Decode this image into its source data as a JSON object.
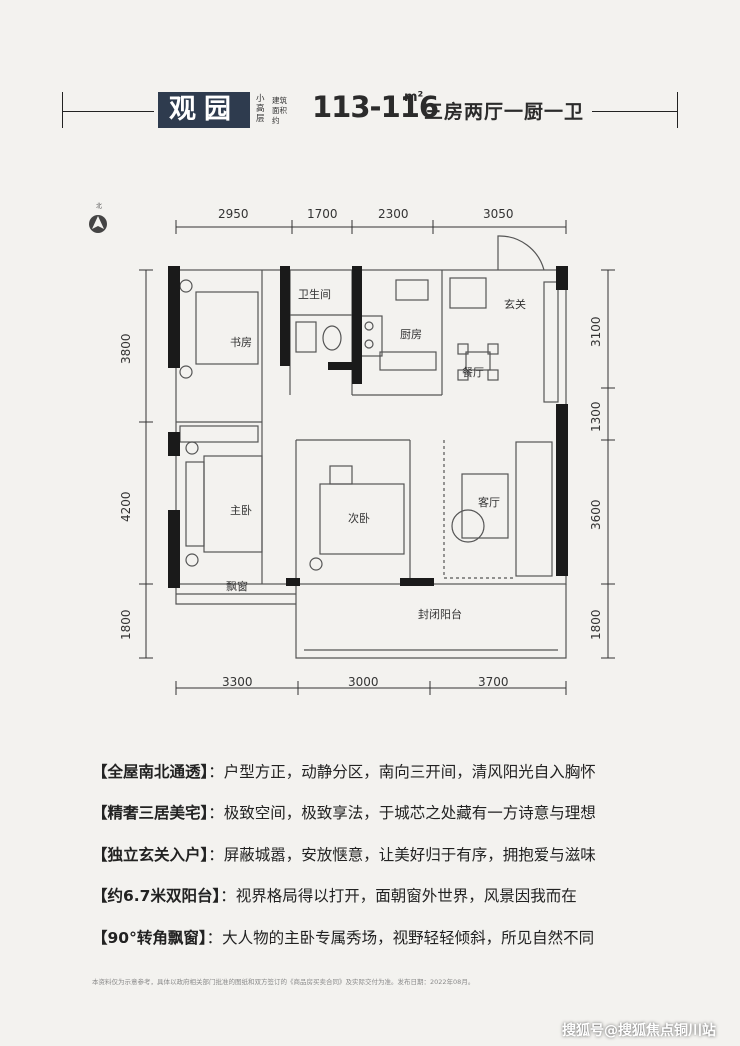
{
  "header": {
    "project": "观园",
    "floor_type": "小高层",
    "area_label": "建筑面积约",
    "area": "113-116",
    "area_unit": "m²",
    "layout": "三房两厅一厨一卫"
  },
  "compass": "北",
  "dims": {
    "top": [
      "2950",
      "1700",
      "2300",
      "3050"
    ],
    "bottom": [
      "3300",
      "3000",
      "3700"
    ],
    "left": [
      "3800",
      "4200",
      "1800"
    ],
    "right": [
      "3100",
      "1300",
      "3600",
      "1800"
    ]
  },
  "rooms": {
    "study": "书房",
    "bath": "卫生间",
    "kitchen": "厨房",
    "entry": "玄关",
    "dining": "餐厅",
    "master": "主卧",
    "second": "次卧",
    "living": "客厅",
    "bay": "飘窗",
    "balcony": "封闭阳台"
  },
  "features": [
    {
      "title": "【全屋南北通透】",
      "text": "：户型方正，动静分区，南向三开间，清风阳光自入胸怀"
    },
    {
      "title": "【精奢三居美宅】",
      "text": "：极致空间，极致享法，于城芯之处藏有一方诗意与理想"
    },
    {
      "title": "【独立玄关入户】",
      "text": "：屏蔽城嚣，安放惬意，让美好归于有序，拥抱爱与滋味"
    },
    {
      "title": "【约6.7米双阳台】",
      "text": "：视界格局得以打开，面朝窗外世界，风景因我而在"
    },
    {
      "title": "【90°转角飘窗】",
      "text": "：大人物的主卧专属秀场，视野轻轻倾斜，所见自然不同"
    }
  ],
  "disclaimer": "本资料仅为示意参考，具体以政府相关部门批准的图纸和双方签订的《商品房买卖合同》及实际交付为准。发布日期：2022年08月。",
  "watermark": "搜狐号@搜狐焦点铜川站"
}
